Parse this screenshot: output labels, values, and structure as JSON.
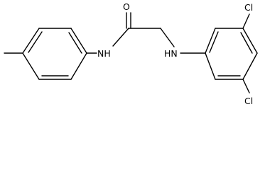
{
  "molecule": {
    "atoms": {
      "oxygen": "O",
      "amide_nitrogen": "NH",
      "amine_nitrogen": "HN",
      "chlorine_top": "Cl",
      "chlorine_bottom": "Cl"
    }
  },
  "colors": {
    "bond": "#000000",
    "label": "#000000",
    "background": "#ffffff"
  }
}
